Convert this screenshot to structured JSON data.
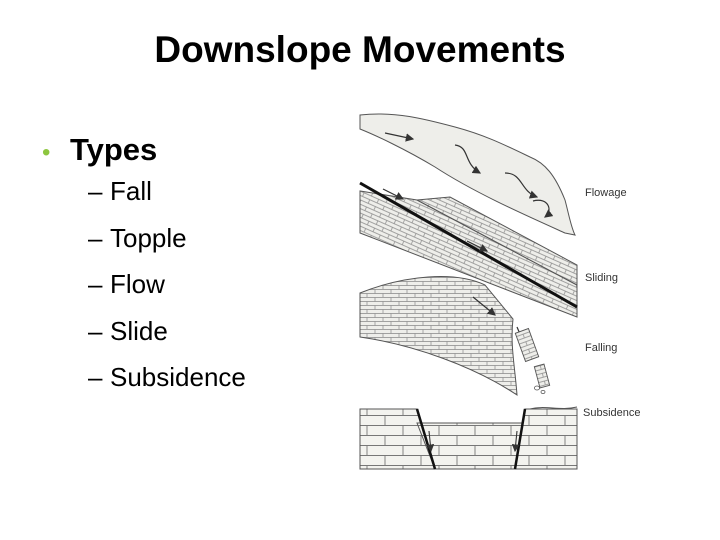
{
  "slide": {
    "title": "Downslope Movements",
    "bullet": "Types",
    "items": [
      "Fall",
      "Topple",
      "Flow",
      "Slide",
      "Subsidence"
    ]
  },
  "figure": {
    "labels": {
      "flowage": "Flowage",
      "sliding": "Sliding",
      "falling": "Falling",
      "subsidence": "Subsidence"
    }
  },
  "colors": {
    "bullet": "#8dc63f",
    "rock_fill": "#eeeeea",
    "line": "#444444"
  },
  "icons": {
    "bullet": "bullet-dot-icon",
    "dash": "dash-icon"
  }
}
